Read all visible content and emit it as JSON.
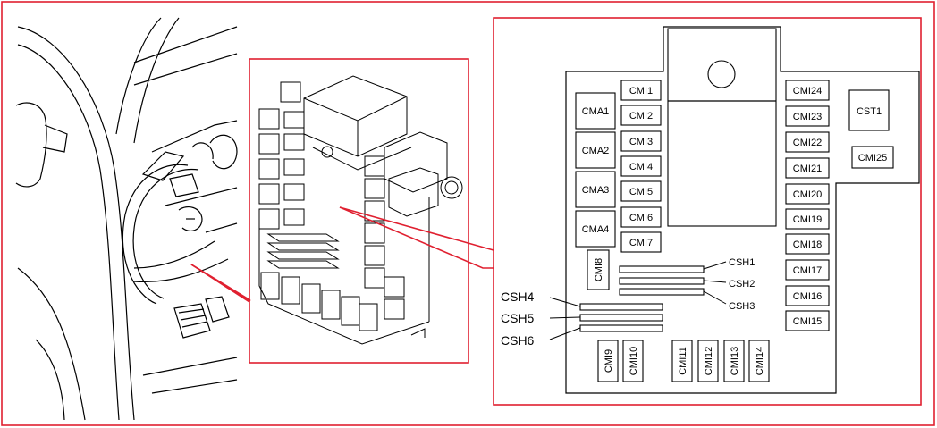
{
  "colors": {
    "frame": "#e02030",
    "line": "#000000",
    "background": "#ffffff"
  },
  "fuse_box": {
    "cma": [
      "CMA1",
      "CMA2",
      "CMA3",
      "CMA4"
    ],
    "cmi_left": [
      "CMI1",
      "CMI2",
      "CMI3",
      "CMI4",
      "CMI5",
      "CMI6",
      "CMI7"
    ],
    "cmi_right": [
      "CMI24",
      "CMI23",
      "CMI22",
      "CMI21",
      "CMI20",
      "CMI19",
      "CMI18",
      "CMI17",
      "CMI16",
      "CMI15"
    ],
    "cmi_vertical": [
      "CMI8",
      "CMI9",
      "CMI10",
      "CMI11",
      "CMI12",
      "CMI13",
      "CMI14"
    ],
    "cst1": "CST1",
    "cmi25": "CMI25",
    "csh_right": [
      "CSH1",
      "CSH2",
      "CSH3"
    ],
    "csh_left": [
      "CSH4",
      "CSH5",
      "CSH6"
    ]
  }
}
